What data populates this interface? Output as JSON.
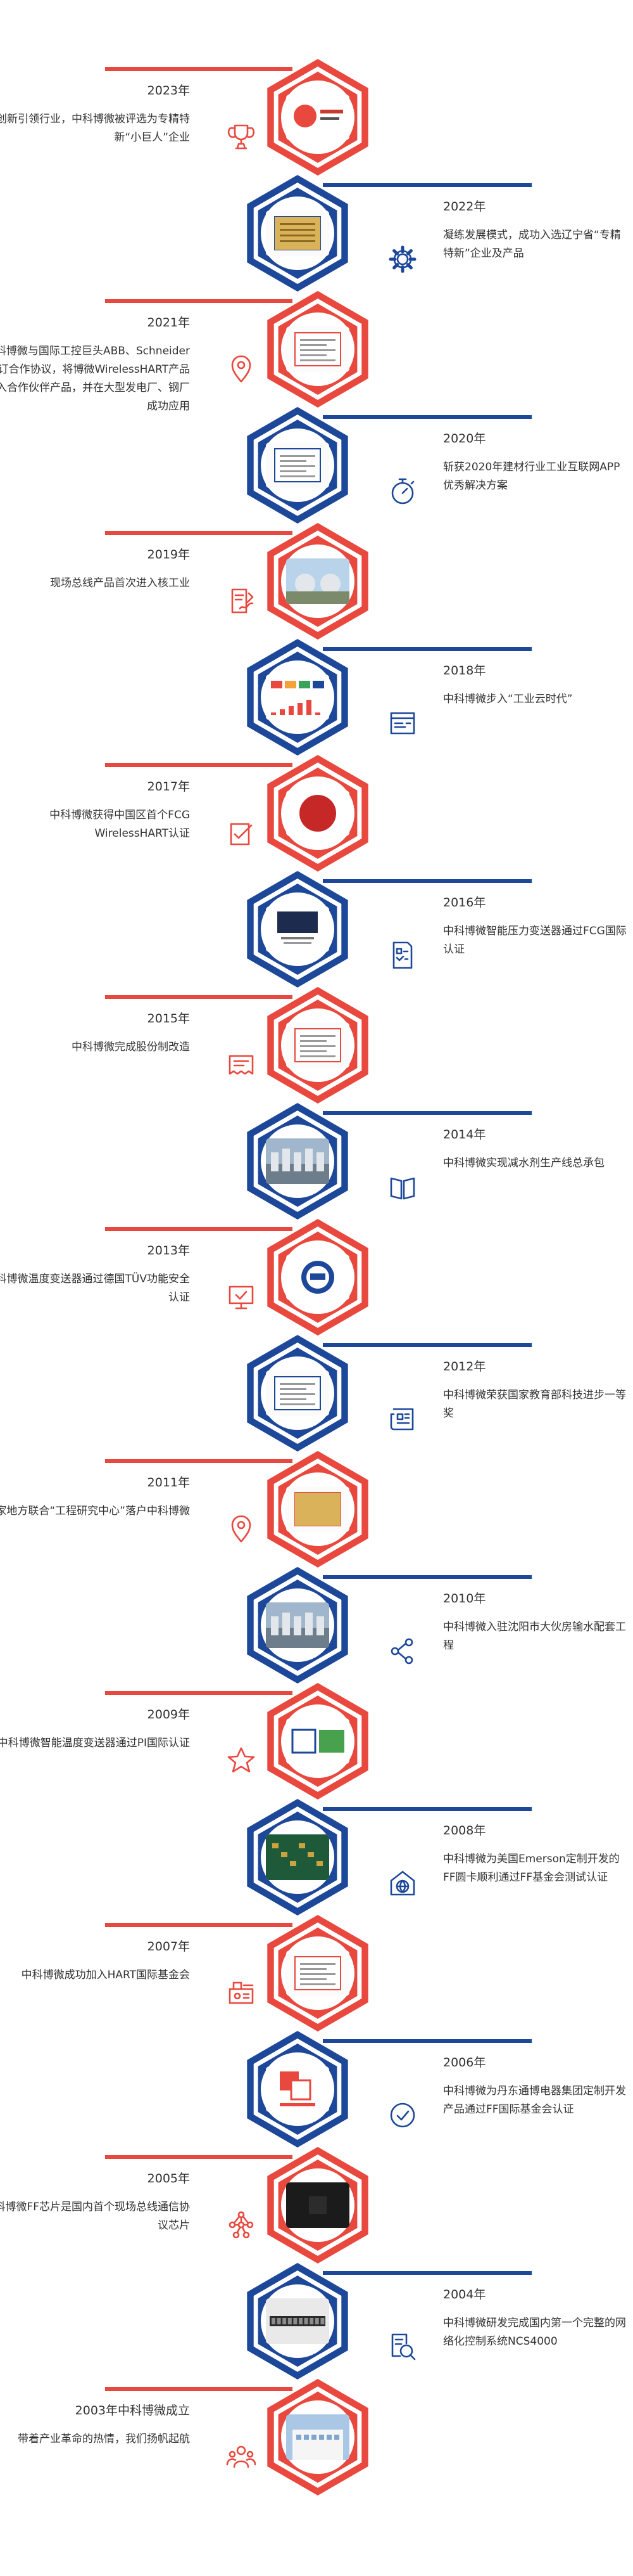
{
  "colors": {
    "red": "#e8483d",
    "blue": "#1d4899",
    "text": "#333333"
  },
  "entries": [
    {
      "side": "left",
      "color": "red",
      "year": "2023年",
      "desc": "创新引领行业，中科博微被评选为专精特新“小巨人”企业",
      "icon": "trophy-icon",
      "image": "logo-award-plaque"
    },
    {
      "side": "right",
      "color": "blue",
      "year": "2022年",
      "desc": "凝练发展模式，成功入选辽宁省“专精特新”企业及产品",
      "icon": "gear-icon",
      "image": "gold-plaque"
    },
    {
      "side": "left",
      "color": "red",
      "year": "2021年",
      "desc": "中科博微与国际工控巨头ABB、Schneider签订合作协议，将博微WirelessHART产品列入合作伙伴产品，并在大型发电厂、钢厂成功应用",
      "icon": "location-pin-icon",
      "image": "agreement-document"
    },
    {
      "side": "right",
      "color": "blue",
      "year": "2020年",
      "desc": "斩获2020年建材行业工业互联网APP优秀解决方案",
      "icon": "stopwatch-icon",
      "image": "certificate-document"
    },
    {
      "side": "left",
      "color": "red",
      "year": "2019年",
      "desc": "现场总线产品首次进入核工业",
      "icon": "signed-document-icon",
      "image": "nuclear-plant-photo"
    },
    {
      "side": "right",
      "color": "blue",
      "year": "2018年",
      "desc": "中科博微步入“工业云时代”",
      "icon": "browser-window-icon",
      "image": "cloud-dashboard-screen"
    },
    {
      "side": "left",
      "color": "red",
      "year": "2017年",
      "desc": "中科博微获得中国区首个FCG WirelessHART认证",
      "icon": "checklist-icon",
      "image": "globe-graphic"
    },
    {
      "side": "right",
      "color": "blue",
      "year": "2016年",
      "desc": "中科博微智能压力变送器通过FCG国际认证",
      "icon": "check-document-icon",
      "image": "hart-registered-badge"
    },
    {
      "side": "left",
      "color": "red",
      "year": "2015年",
      "desc": "中科博微完成股份制改造",
      "icon": "ticket-icon",
      "image": "business-license"
    },
    {
      "side": "right",
      "color": "blue",
      "year": "2014年",
      "desc": "中科博微实现减水剂生产线总承包",
      "icon": "open-book-icon",
      "image": "factory-pipes-photo"
    },
    {
      "side": "left",
      "color": "red",
      "year": "2013年",
      "desc": "中科博微温度变送器通过德国TÜV功能安全认证",
      "icon": "monitor-check-icon",
      "image": "tuv-badge"
    },
    {
      "side": "right",
      "color": "blue",
      "year": "2012年",
      "desc": "中科博微荣获国家教育部科技进步一等奖",
      "icon": "newspaper-icon",
      "image": "award-certificate"
    },
    {
      "side": "left",
      "color": "red",
      "year": "2011年",
      "desc": "国家地方联合“工程研究中心”落户中科博微",
      "icon": "map-marker-icon",
      "image": "engineering-center-plaque"
    },
    {
      "side": "right",
      "color": "blue",
      "year": "2010年",
      "desc": "中科博微入驻沈阳市大伙房输水配套工程",
      "icon": "share-nodes-icon",
      "image": "water-project-photo"
    },
    {
      "side": "left",
      "color": "red",
      "year": "2009年",
      "desc": "中科博微智能温度变送器通过PI国际认证",
      "icon": "star-icon",
      "image": "pi-logo"
    },
    {
      "side": "right",
      "color": "blue",
      "year": "2008年",
      "desc": "中科博微为美国Emerson定制开发的FF圆卡顺利通过FF基金会测试认证",
      "icon": "globe-network-icon",
      "image": "circuit-board-photo"
    },
    {
      "side": "left",
      "color": "red",
      "year": "2007年",
      "desc": "中科博微成功加入HART国际基金会",
      "icon": "machine-icon",
      "image": "hart-membership-certificate"
    },
    {
      "side": "right",
      "color": "blue",
      "year": "2006年",
      "desc": "中科博微为丹东通博电器集团定制开发产品通过FF国际基金会认证",
      "icon": "check-circle-icon",
      "image": "fieldbus-foundation-logo"
    },
    {
      "side": "left",
      "color": "red",
      "year": "2005年",
      "desc": "中科博微FF芯片是国内首个现场总线通信协议芯片",
      "icon": "molecule-icon",
      "image": "chip-photo"
    },
    {
      "side": "right",
      "color": "blue",
      "year": "2004年",
      "desc": "中科博微研发完成国内第一个完整的网络化控制系统NCS4000",
      "icon": "search-document-icon",
      "image": "control-rack-photo"
    },
    {
      "side": "left",
      "color": "red",
      "year": "2003年中科博微成立",
      "desc": "带着产业革命的热情，我们扬帆起航",
      "icon": "team-icon",
      "image": "office-building-photo"
    }
  ]
}
